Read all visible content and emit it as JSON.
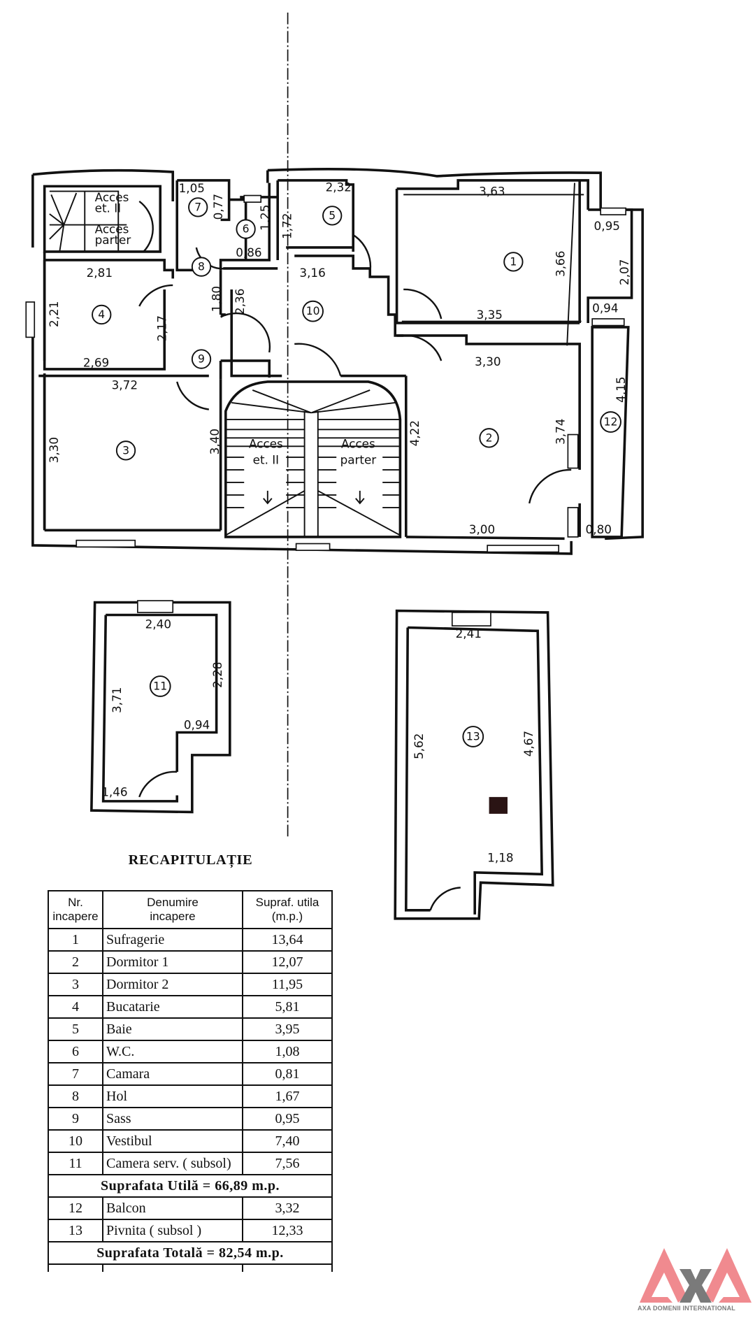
{
  "plan": {
    "rooms": [
      {
        "nr": "1"
      },
      {
        "nr": "2"
      },
      {
        "nr": "3"
      },
      {
        "nr": "4"
      },
      {
        "nr": "5"
      },
      {
        "nr": "6"
      },
      {
        "nr": "7"
      },
      {
        "nr": "8"
      },
      {
        "nr": "9"
      },
      {
        "nr": "10"
      },
      {
        "nr": "11"
      },
      {
        "nr": "12"
      },
      {
        "nr": "13"
      }
    ],
    "dimensions": {
      "r1_top": "3,63",
      "r1_side": "3,66",
      "r1_bottom": "3,35",
      "r2_top": "3,30",
      "r2_left": "4,22",
      "r2_right": "3,74",
      "r2_bottom": "3,00",
      "r3_top": "3,72",
      "r3_left": "3,30",
      "r3_right": "3,40",
      "r4_top": "2,81",
      "r4_left": "2,21",
      "r4_right": "2,17",
      "r4_bottom": "2,69",
      "r5_top": "2,32",
      "r5_left": "1,72",
      "r6_right": "1,25",
      "r6_bottom": "0,86",
      "r7_top": "1,05",
      "r7_right": "0,77",
      "r8_side": "1,80",
      "r10_left": "2,36",
      "r10_top": "3,16",
      "r11_top": "2,40",
      "r11_left": "3,71",
      "r11_right": "2,28",
      "r11_step": "0,94",
      "r11_bottom": "1,46",
      "r12_top": "0,95",
      "r12_upper": "2,07",
      "r12_mid": "0,94",
      "r12_side": "4,15",
      "r12_bottom": "0,80",
      "r13_top": "2,41",
      "r13_left": "5,62",
      "r13_right": "4,67",
      "r13_step": "1,18"
    },
    "stairs": {
      "upper_left_line1": "Acces",
      "upper_left_line2": "et. II",
      "main_left_line1": "Acces",
      "main_left_line2": "et. II",
      "main_right_line1": "Acces",
      "main_right_line2": "parter",
      "small_top": "Acces",
      "small_top2": "et. II",
      "small_bottom": "Acces",
      "small_bottom2": "parter"
    }
  },
  "recap": {
    "title": "RECAPITULAȚIE",
    "headers": {
      "nr_line1": "Nr.",
      "nr_line2": "incapere",
      "name_line1": "Denumire",
      "name_line2": "incapere",
      "area_line1": "Supraf. utila",
      "area_line2": "(m.p.)"
    },
    "rows": [
      {
        "nr": "1",
        "name": "Sufragerie",
        "area": "13,64"
      },
      {
        "nr": "2",
        "name": "Dormitor 1",
        "area": "12,07"
      },
      {
        "nr": "3",
        "name": "Dormitor 2",
        "area": "11,95"
      },
      {
        "nr": "4",
        "name": "Bucatarie",
        "area": "5,81"
      },
      {
        "nr": "5",
        "name": "Baie",
        "area": "3,95"
      },
      {
        "nr": "6",
        "name": "W.C.",
        "area": "1,08"
      },
      {
        "nr": "7",
        "name": "Camara",
        "area": "0,81"
      },
      {
        "nr": "8",
        "name": "Hol",
        "area": "1,67"
      },
      {
        "nr": "9",
        "name": "Sass",
        "area": "0,95"
      },
      {
        "nr": "10",
        "name": "Vestibul",
        "area": "7,40"
      },
      {
        "nr": "11",
        "name": "Camera serv.  ( subsol)",
        "area": "7,56"
      }
    ],
    "useful_total": "Suprafata Utilă  = 66,89  m.p.",
    "extra_rows": [
      {
        "nr": "12",
        "name": "Balcon",
        "area": "3,32"
      },
      {
        "nr": "13",
        "name": "Pivnita ( subsol )",
        "area": "12,33"
      }
    ],
    "grand_total": "Suprafata Totală = 82,54  m.p."
  },
  "logo": {
    "text": "AXA DOMENII INTERNATIONAL",
    "primary_color": "#f08a8f",
    "secondary_color": "#7a7a7a"
  }
}
